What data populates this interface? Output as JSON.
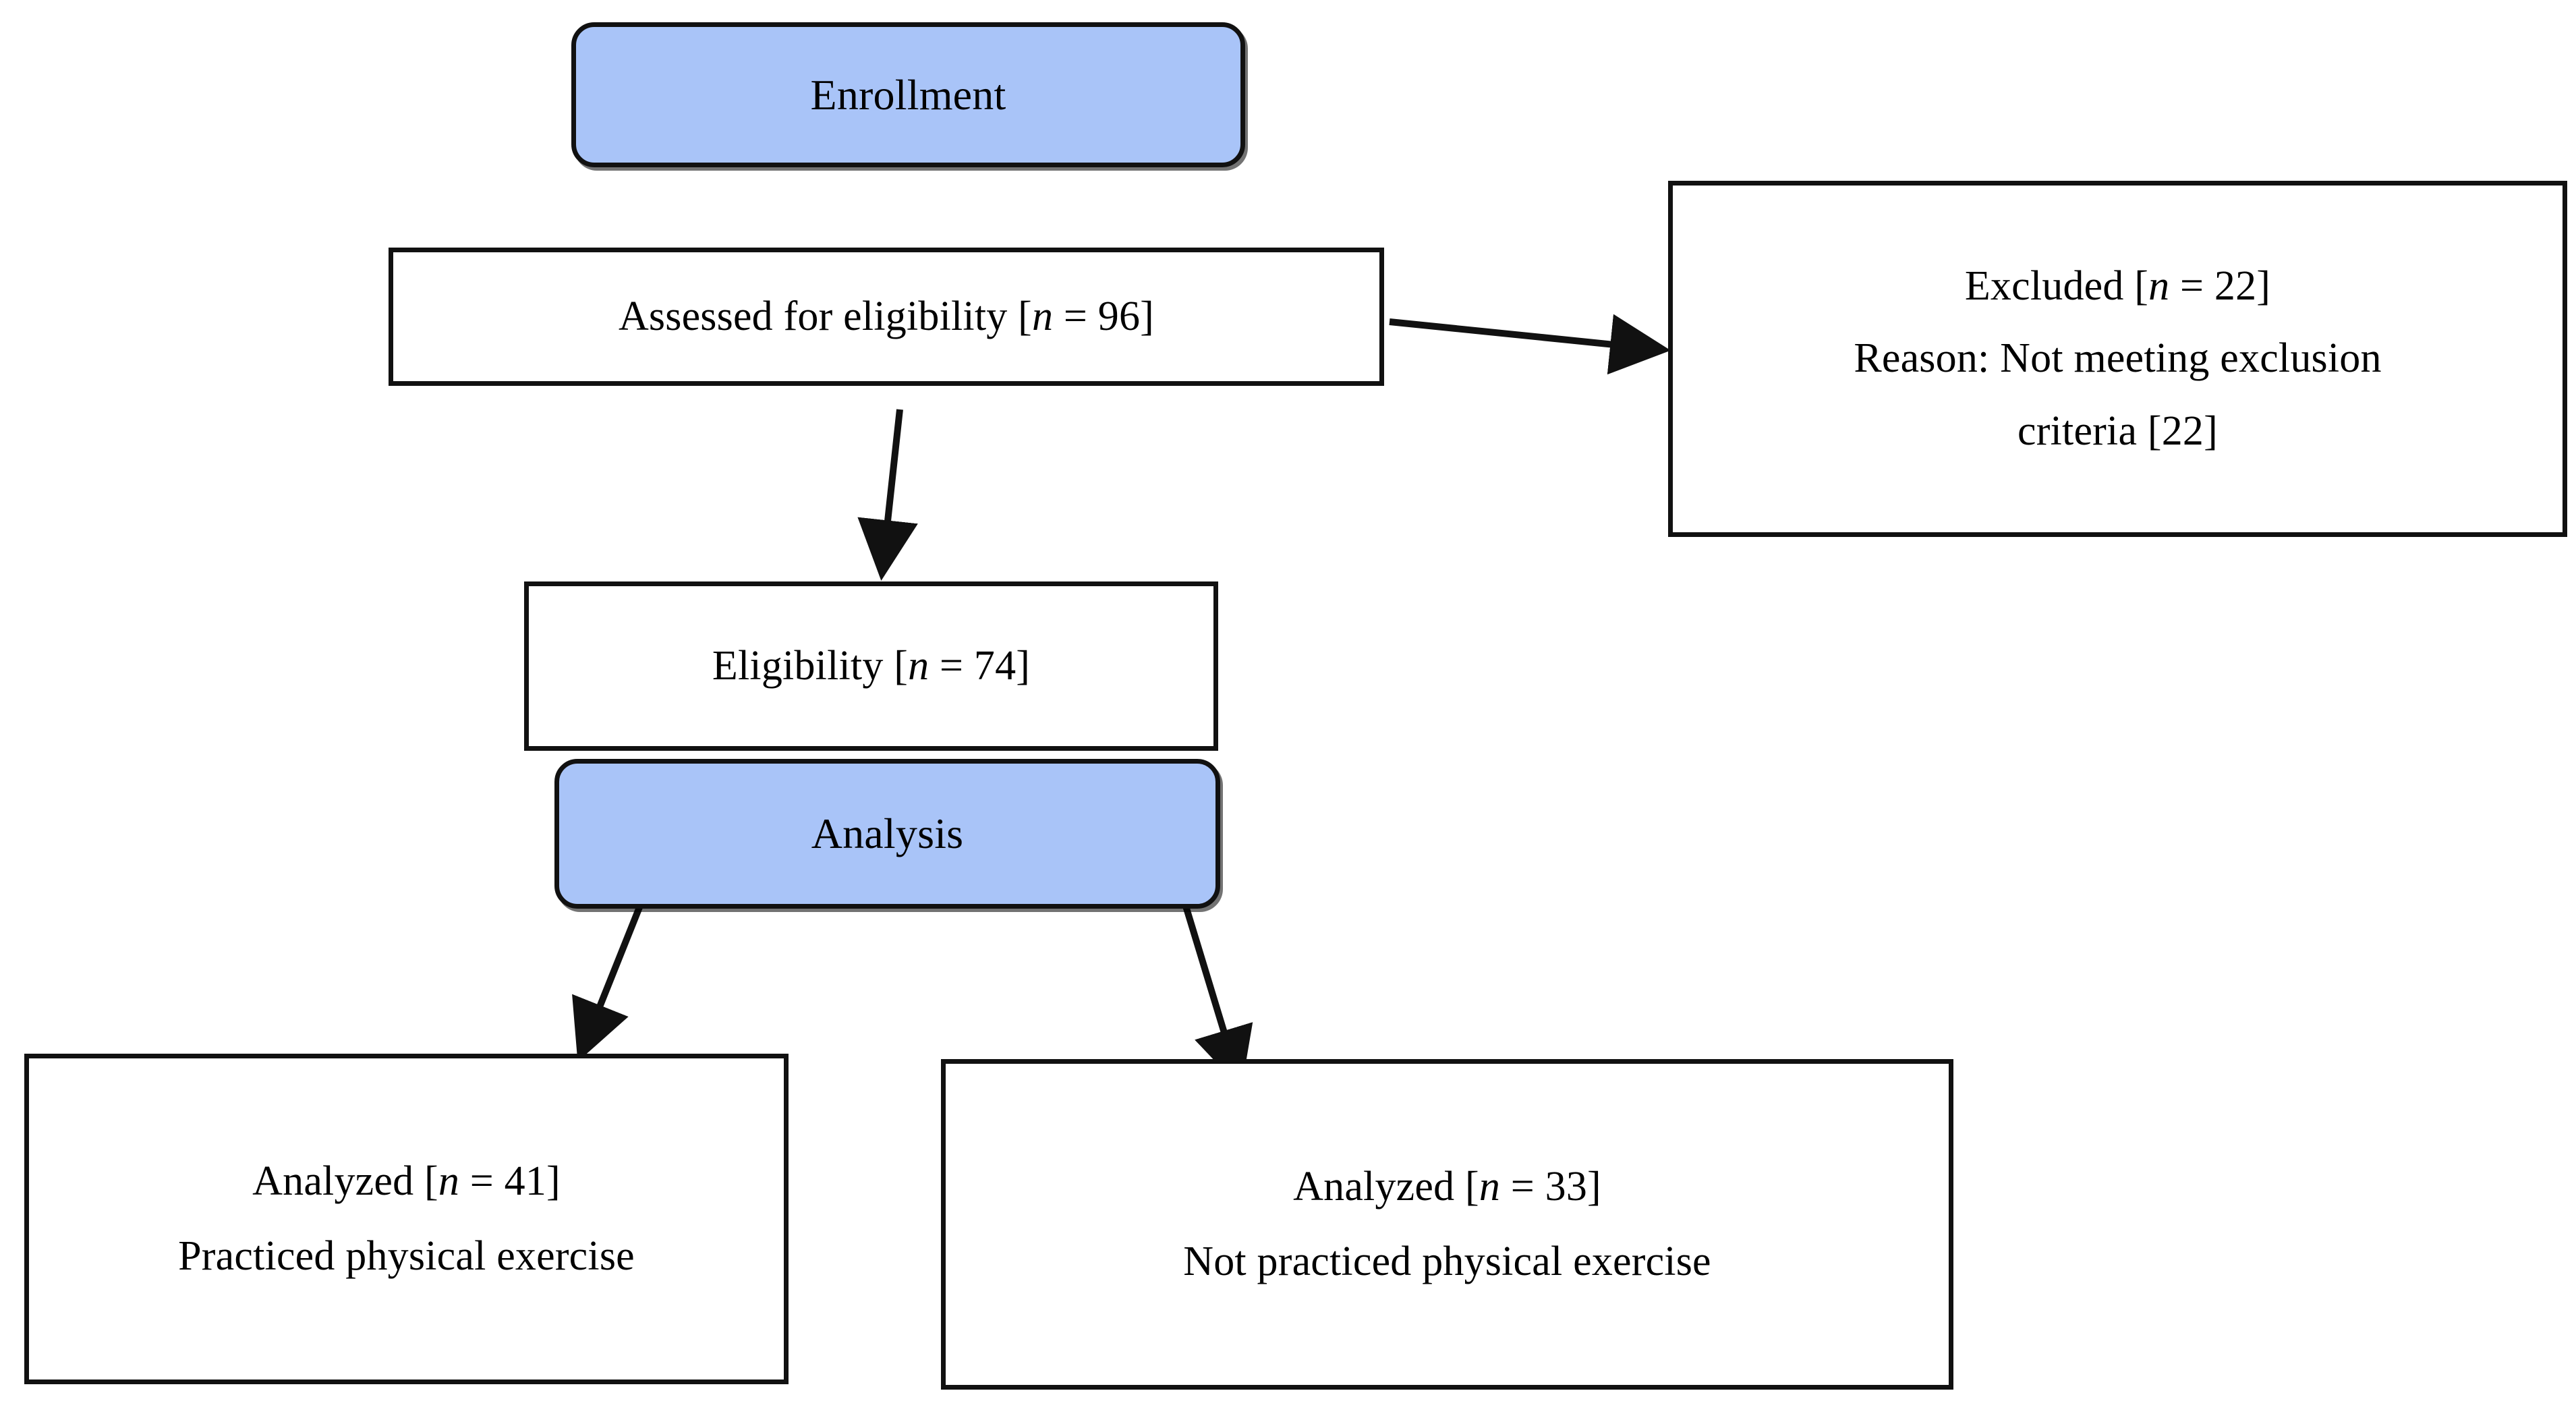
{
  "diagram": {
    "title": "PRISMA-style participant flow diagram",
    "colors": {
      "stage_fill": "#a9c4f8",
      "box_fill": "#ffffff",
      "stroke": "#111111",
      "text": "#000000"
    },
    "nodes": {
      "enrollment": {
        "kind": "stage",
        "lines": [
          "Enrollment"
        ]
      },
      "assessed": {
        "kind": "box",
        "lines": [
          "Assessed for eligibility [n = 96]"
        ],
        "label_prefix": "Assessed for eligibility [",
        "label_italic": "n",
        "label_suffix": " = 96]"
      },
      "excluded": {
        "kind": "box",
        "line1_prefix": "Excluded [",
        "line1_italic": "n",
        "line1_suffix": " = 22]",
        "line2": "Reason: Not meeting exclusion",
        "line3": "criteria [22]"
      },
      "eligibility": {
        "kind": "box",
        "label_prefix": "Eligibility [",
        "label_italic": "n",
        "label_suffix": " = 74]"
      },
      "analysis": {
        "kind": "stage",
        "lines": [
          "Analysis"
        ]
      },
      "analyzed_left": {
        "kind": "box",
        "line1_prefix": "Analyzed [",
        "line1_italic": "n",
        "line1_suffix": " = 41]",
        "line2": "Practiced physical exercise"
      },
      "analyzed_right": {
        "kind": "box",
        "line1_prefix": "Analyzed [",
        "line1_italic": "n",
        "line1_suffix": " = 33]",
        "line2": "Not practiced physical exercise"
      }
    },
    "edges": [
      {
        "name": "assessed-to-excluded",
        "from": "assessed",
        "to": "excluded"
      },
      {
        "name": "assessed-to-eligibility",
        "from": "assessed",
        "to": "eligibility"
      },
      {
        "name": "analysis-to-analyzed-left",
        "from": "analysis",
        "to": "analyzed_left"
      },
      {
        "name": "analysis-to-analyzed-right",
        "from": "analysis",
        "to": "analyzed_right"
      }
    ]
  }
}
